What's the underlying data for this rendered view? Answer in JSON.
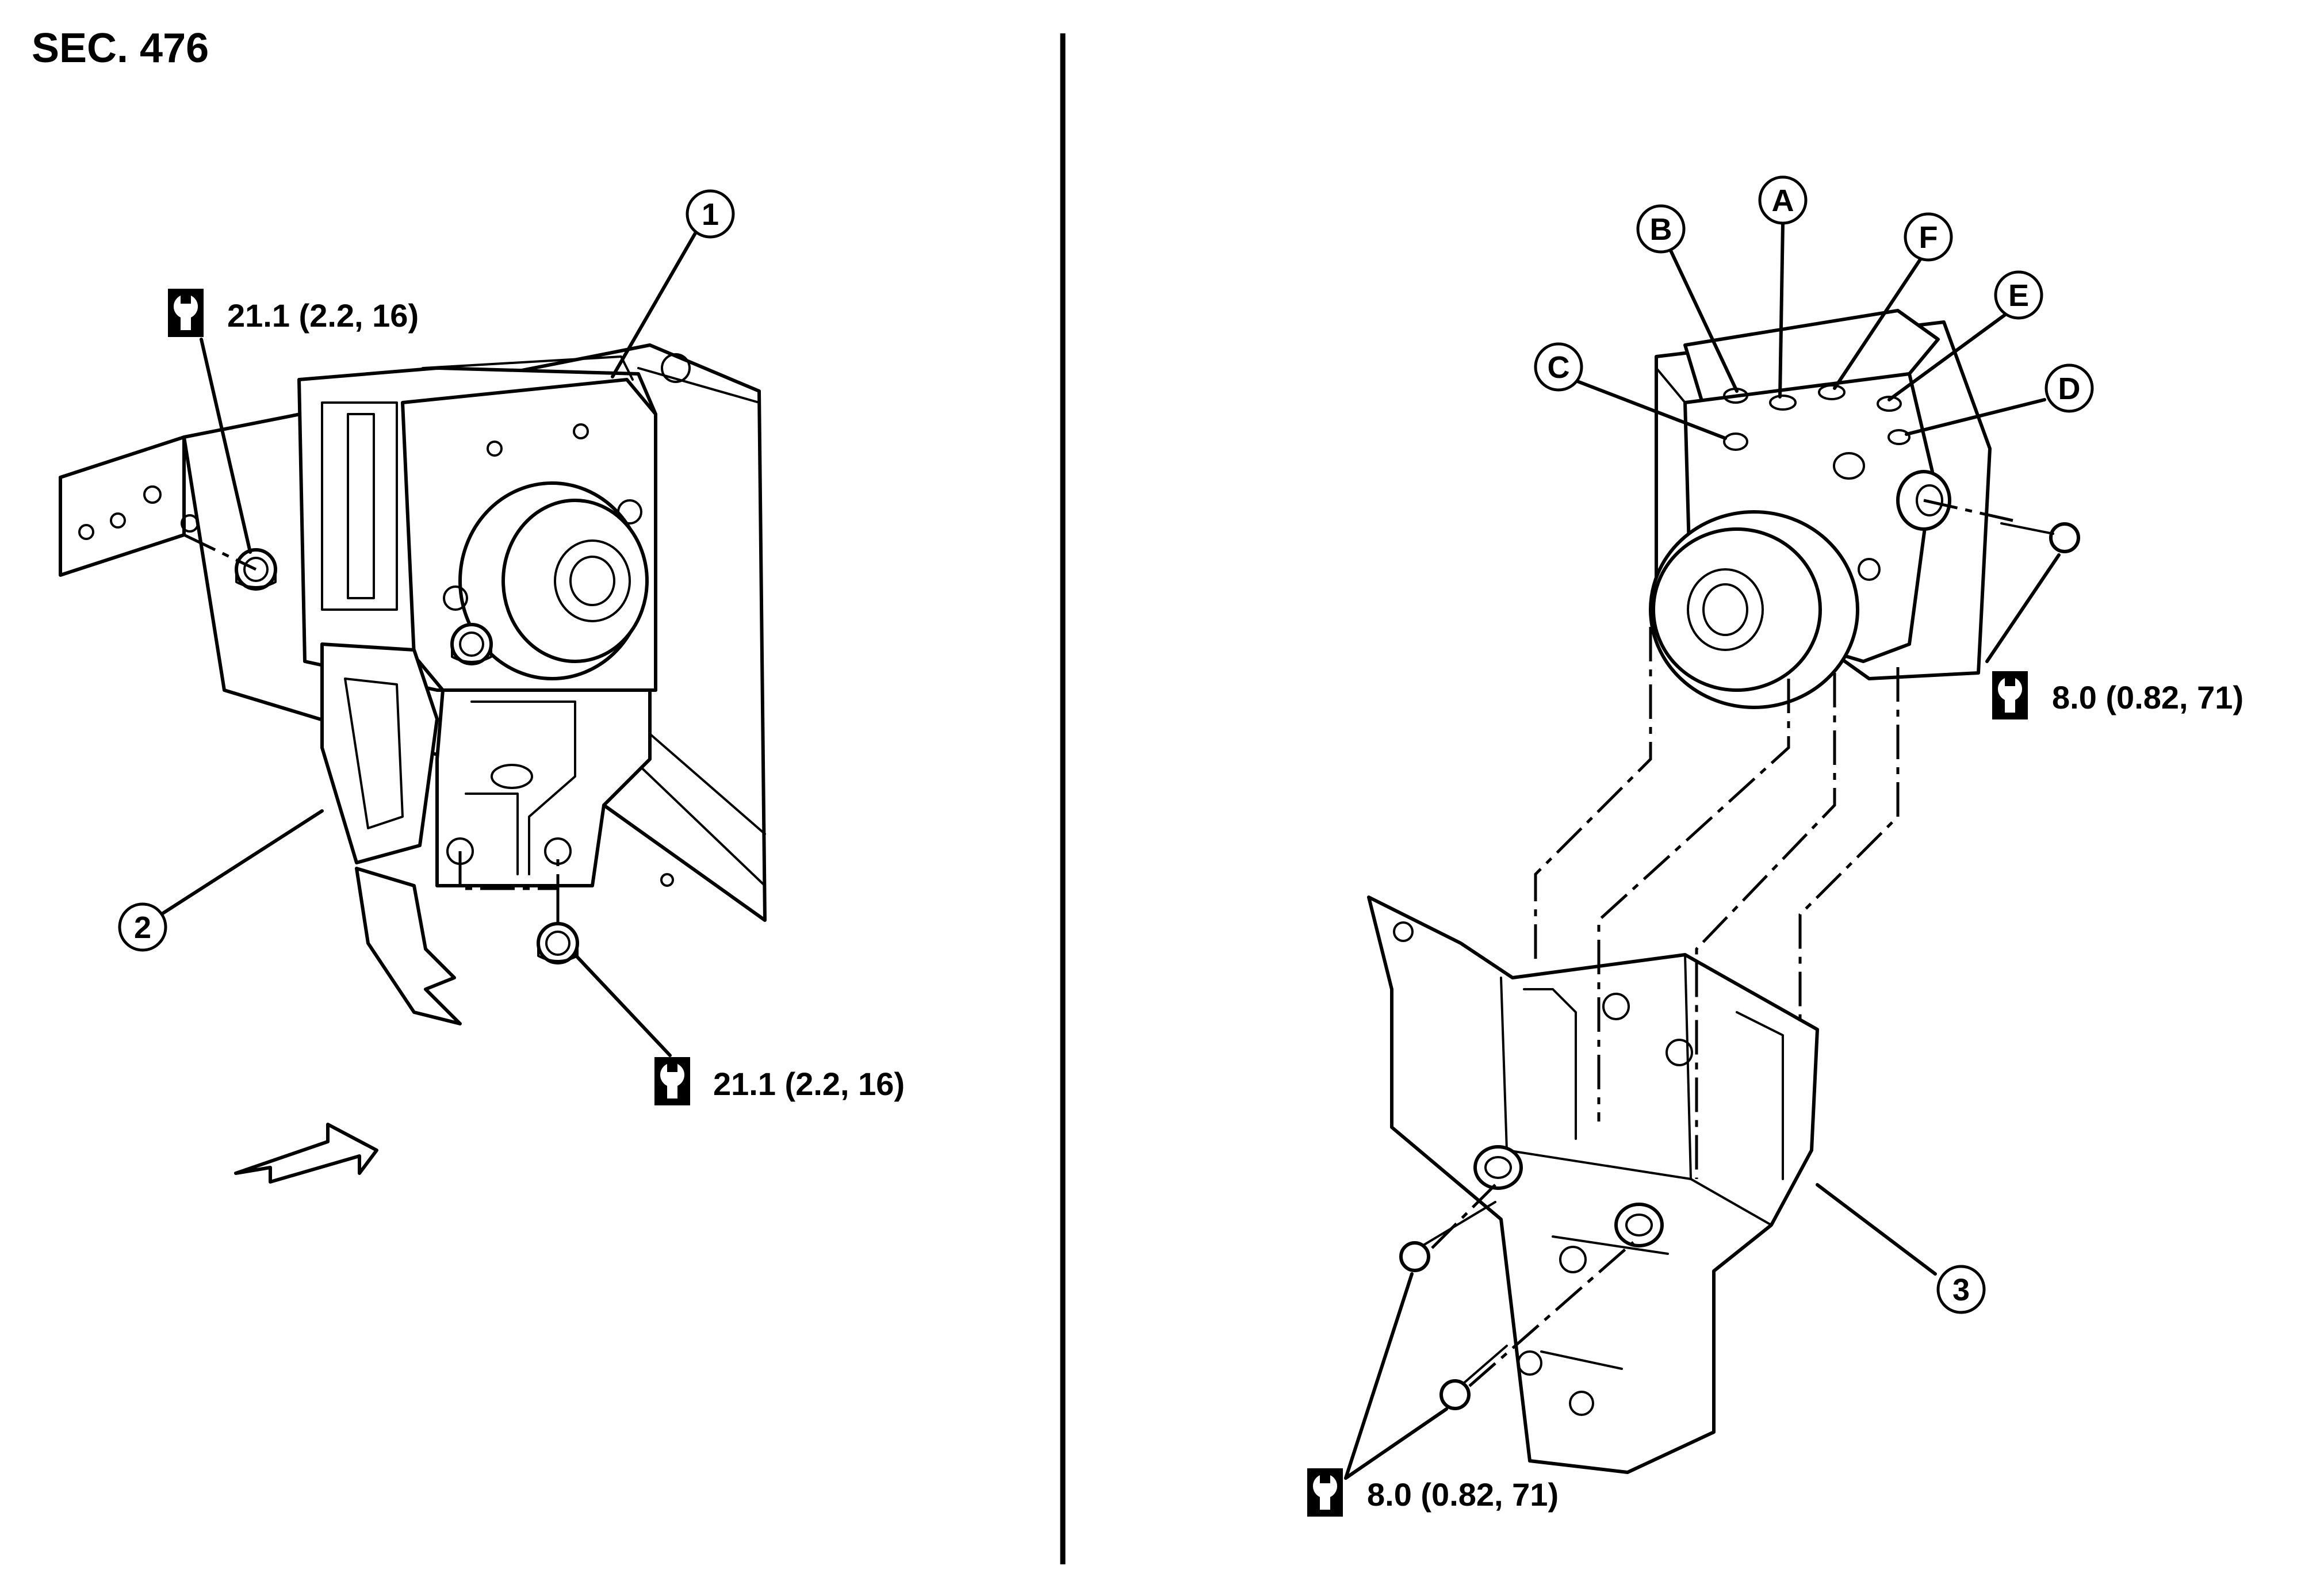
{
  "section": "SEC. 476",
  "callouts": {
    "c1": "1",
    "c2": "2",
    "c3": "3",
    "A": "A",
    "B": "B",
    "C": "C",
    "D": "D",
    "E": "E",
    "F": "F"
  },
  "torques": {
    "left_top": "21.1 (2.2, 16)",
    "left_bottom": "21.1 (2.2, 16)",
    "right_mid": "8.0 (0.82, 71)",
    "right_bottom": "8.0 (0.82, 71)"
  },
  "icons": {
    "torque_wrench": "torque-wrench-icon",
    "front_arrow": "front-direction-arrow-icon"
  }
}
